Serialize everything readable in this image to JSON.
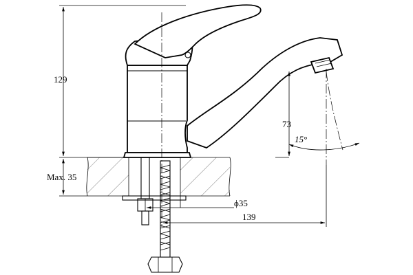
{
  "dimensions": {
    "height_overall": "129",
    "spout_height": "73",
    "swivel_angle": "15°",
    "mount_max_thickness": "Max. 35",
    "hole_diameter": "ϕ35",
    "spout_reach": "139"
  }
}
